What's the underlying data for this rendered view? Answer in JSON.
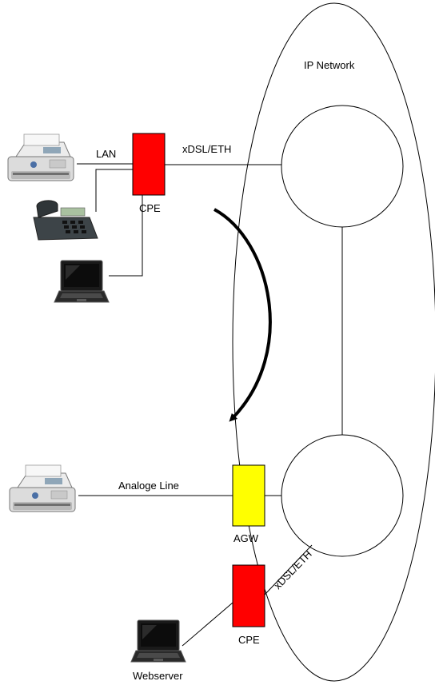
{
  "diagram": {
    "network_label": "IP Network",
    "top": {
      "lan_label": "LAN",
      "cpe_label": "CPE",
      "link_label": "xDSL/ETH",
      "cpe_color": "#ff0000"
    },
    "bottom": {
      "analog_label": "Analoge Line",
      "agw_label": "AGW",
      "link_label": "xDSL/ETH",
      "cpe_label": "CPE",
      "webserver_label": "Webserver",
      "agw_color": "#ffff00",
      "cpe_color": "#ff0000"
    },
    "icons": [
      "fax-icon",
      "desk-phone-icon",
      "laptop-icon",
      "fax-icon",
      "laptop-icon"
    ]
  }
}
